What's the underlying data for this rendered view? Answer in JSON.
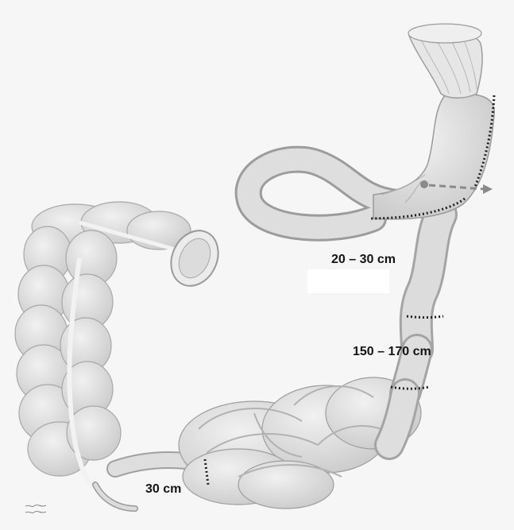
{
  "labels": {
    "upper_segment": "20 – 30 cm",
    "middle_segment": "150 – 170 cm",
    "lower_segment": "30 cm"
  },
  "signature": "(artist signature)",
  "colors": {
    "background": "#f6f6f6",
    "organ_fill": "#e2e2e2",
    "organ_shade": "#c7c7c7",
    "outline": "#9a9a9a",
    "suture": "#1e1e1e",
    "arrow": "#8a8a8a"
  }
}
